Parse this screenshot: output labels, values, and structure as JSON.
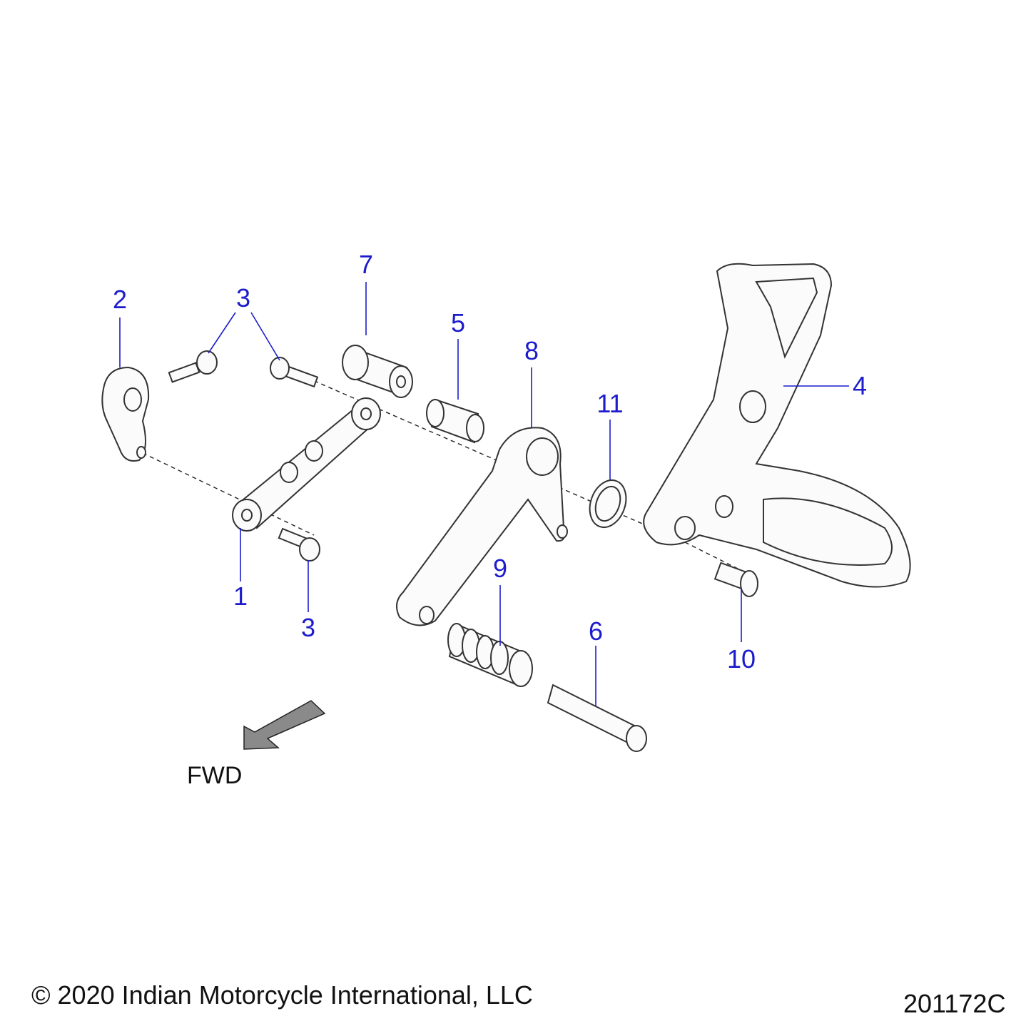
{
  "callouts": [
    {
      "id": "c1",
      "label": "1"
    },
    {
      "id": "c2",
      "label": "2"
    },
    {
      "id": "c3a",
      "label": "3"
    },
    {
      "id": "c3b",
      "label": "3"
    },
    {
      "id": "c4",
      "label": "4"
    },
    {
      "id": "c5",
      "label": "5"
    },
    {
      "id": "c6",
      "label": "6"
    },
    {
      "id": "c7",
      "label": "7"
    },
    {
      "id": "c8",
      "label": "8"
    },
    {
      "id": "c9",
      "label": "9"
    },
    {
      "id": "c10",
      "label": "10"
    },
    {
      "id": "c11",
      "label": "11"
    }
  ],
  "direction_label": "FWD",
  "copyright": "© 2020 Indian Motorcycle International, LLC",
  "diagram_code": "201172C",
  "colors": {
    "callout": "#1c1ccc",
    "part_outline": "#333333",
    "arrow_fill": "#8a8a8a"
  }
}
